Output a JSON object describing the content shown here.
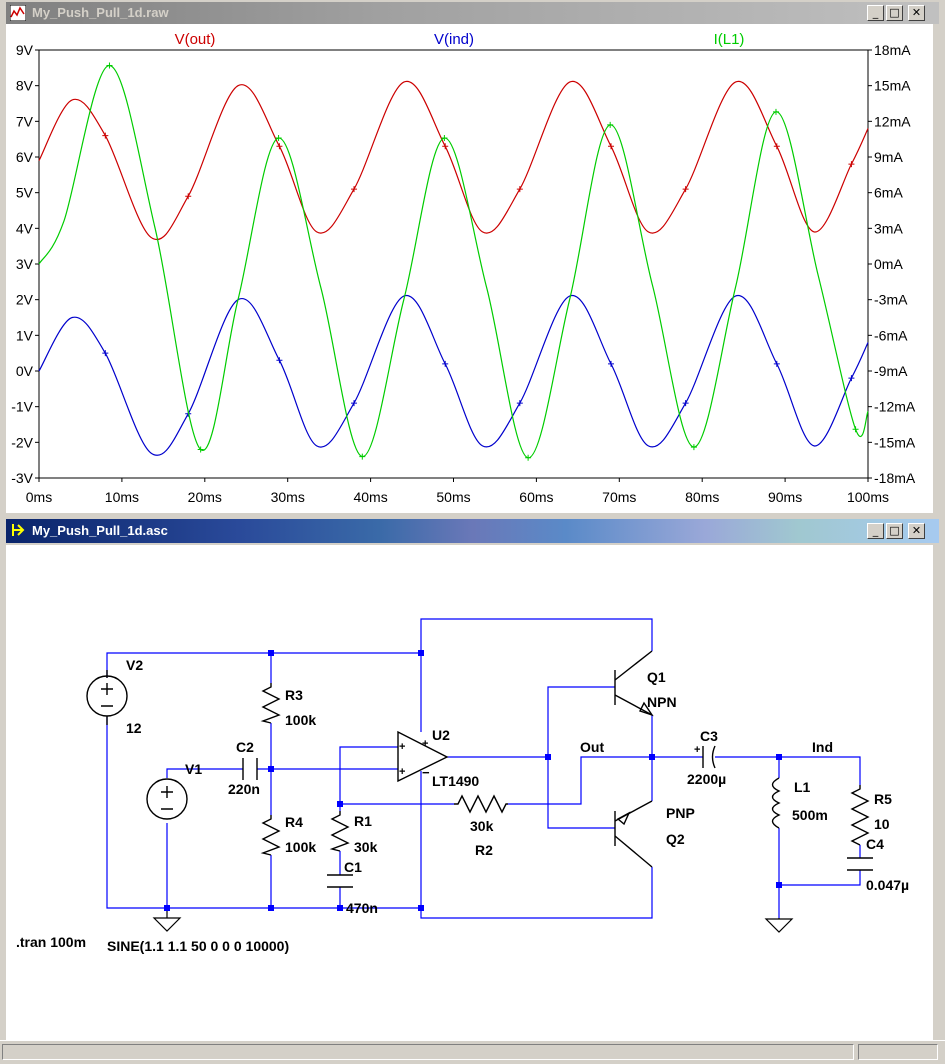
{
  "waveform_window": {
    "title": "My_Push_Pull_1d.raw",
    "minimize": "_",
    "maximize": "□",
    "close": "✕",
    "icon": "waveform-icon"
  },
  "schematic_window": {
    "title": "My_Push_Pull_1d.asc",
    "minimize": "_",
    "maximize": "□",
    "close": "✕",
    "icon": "schematic-icon"
  },
  "chart_data": {
    "type": "line",
    "x_ticks": [
      "0ms",
      "10ms",
      "20ms",
      "30ms",
      "40ms",
      "50ms",
      "60ms",
      "70ms",
      "80ms",
      "90ms",
      "100ms"
    ],
    "xlim": [
      0,
      100
    ],
    "y_left_ticks": [
      "9V",
      "8V",
      "7V",
      "6V",
      "5V",
      "4V",
      "3V",
      "2V",
      "1V",
      "0V",
      "-1V",
      "-2V",
      "-3V"
    ],
    "ylim_left": [
      -3,
      9
    ],
    "y_right_ticks": [
      "18mA",
      "15mA",
      "12mA",
      "9mA",
      "6mA",
      "3mA",
      "0mA",
      "-3mA",
      "-6mA",
      "-9mA",
      "-12mA",
      "-15mA",
      "-18mA"
    ],
    "ylim_right": [
      -18,
      18
    ],
    "grid": false,
    "series": [
      {
        "name": "V(out)",
        "color": "#cc0000",
        "axis": "left",
        "x": [
          0,
          4,
          8,
          13.5,
          18,
          24,
          29,
          33.5,
          38,
          44,
          49,
          53.5,
          58,
          64,
          69,
          73.5,
          78,
          84,
          89,
          93.5,
          98,
          100
        ],
        "y": [
          5.9,
          7.6,
          6.6,
          3.75,
          4.9,
          8.0,
          6.3,
          3.9,
          5.1,
          8.1,
          6.3,
          3.9,
          5.1,
          8.1,
          6.3,
          3.9,
          5.1,
          8.1,
          6.3,
          3.9,
          5.8,
          6.8
        ]
      },
      {
        "name": "V(ind)",
        "color": "#0000cc",
        "axis": "left",
        "x": [
          0,
          4,
          8,
          13.5,
          18,
          24,
          29,
          33.5,
          38,
          44,
          49,
          53.5,
          58,
          64,
          69,
          73.5,
          78,
          84,
          89,
          93.5,
          98,
          100
        ],
        "y": [
          0,
          1.5,
          0.5,
          -2.3,
          -1.2,
          2.0,
          0.3,
          -2.1,
          -0.9,
          2.1,
          0.2,
          -2.1,
          -0.9,
          2.1,
          0.2,
          -2.1,
          -0.9,
          2.1,
          0.2,
          -2.1,
          -0.2,
          0.8
        ]
      },
      {
        "name": "I(L1)",
        "color": "#00cc00",
        "axis": "right",
        "x": [
          0,
          3,
          8.5,
          14,
          19.5,
          24,
          28.9,
          34,
          39,
          44,
          48.9,
          54,
          59,
          64,
          68.9,
          74,
          79,
          84,
          88.9,
          94,
          98.5,
          100
        ],
        "y": [
          0,
          3.6,
          16.7,
          3.0,
          -15.6,
          -3.0,
          10.6,
          -2.0,
          -16.2,
          -3.0,
          10.6,
          -2.0,
          -16.3,
          -3.0,
          11.7,
          -1.8,
          -15.4,
          -2.0,
          12.8,
          -1.0,
          -13.9,
          -12.4
        ]
      }
    ]
  },
  "schematic": {
    "labels": {
      "V2": "V2",
      "V2_val": "12",
      "V1": "V1",
      "C2": "C2",
      "C2_val": "220n",
      "R3": "R3",
      "R3_val": "100k",
      "R4": "R4",
      "R4_val": "100k",
      "R1": "R1",
      "R1_val": "30k",
      "C1": "C1",
      "C1_val": "470n",
      "U2": "U2",
      "U2_part": "LT1490",
      "R2_val": "30k",
      "R2": "R2",
      "Q1": "Q1",
      "NPN": "NPN",
      "PNP": "PNP",
      "Q2": "Q2",
      "Out": "Out",
      "C3": "C3",
      "C3_val": "2200µ",
      "Ind": "Ind",
      "L1": "L1",
      "L1_val": "500m",
      "R5": "R5",
      "R5_val": "10",
      "C4": "C4",
      "C4_val": "0.047µ",
      "tran": ".tran 100m",
      "sine": "SINE(1.1 1.1 50 0 0 0 10000)",
      "plus": "+",
      "minus": "−"
    }
  }
}
